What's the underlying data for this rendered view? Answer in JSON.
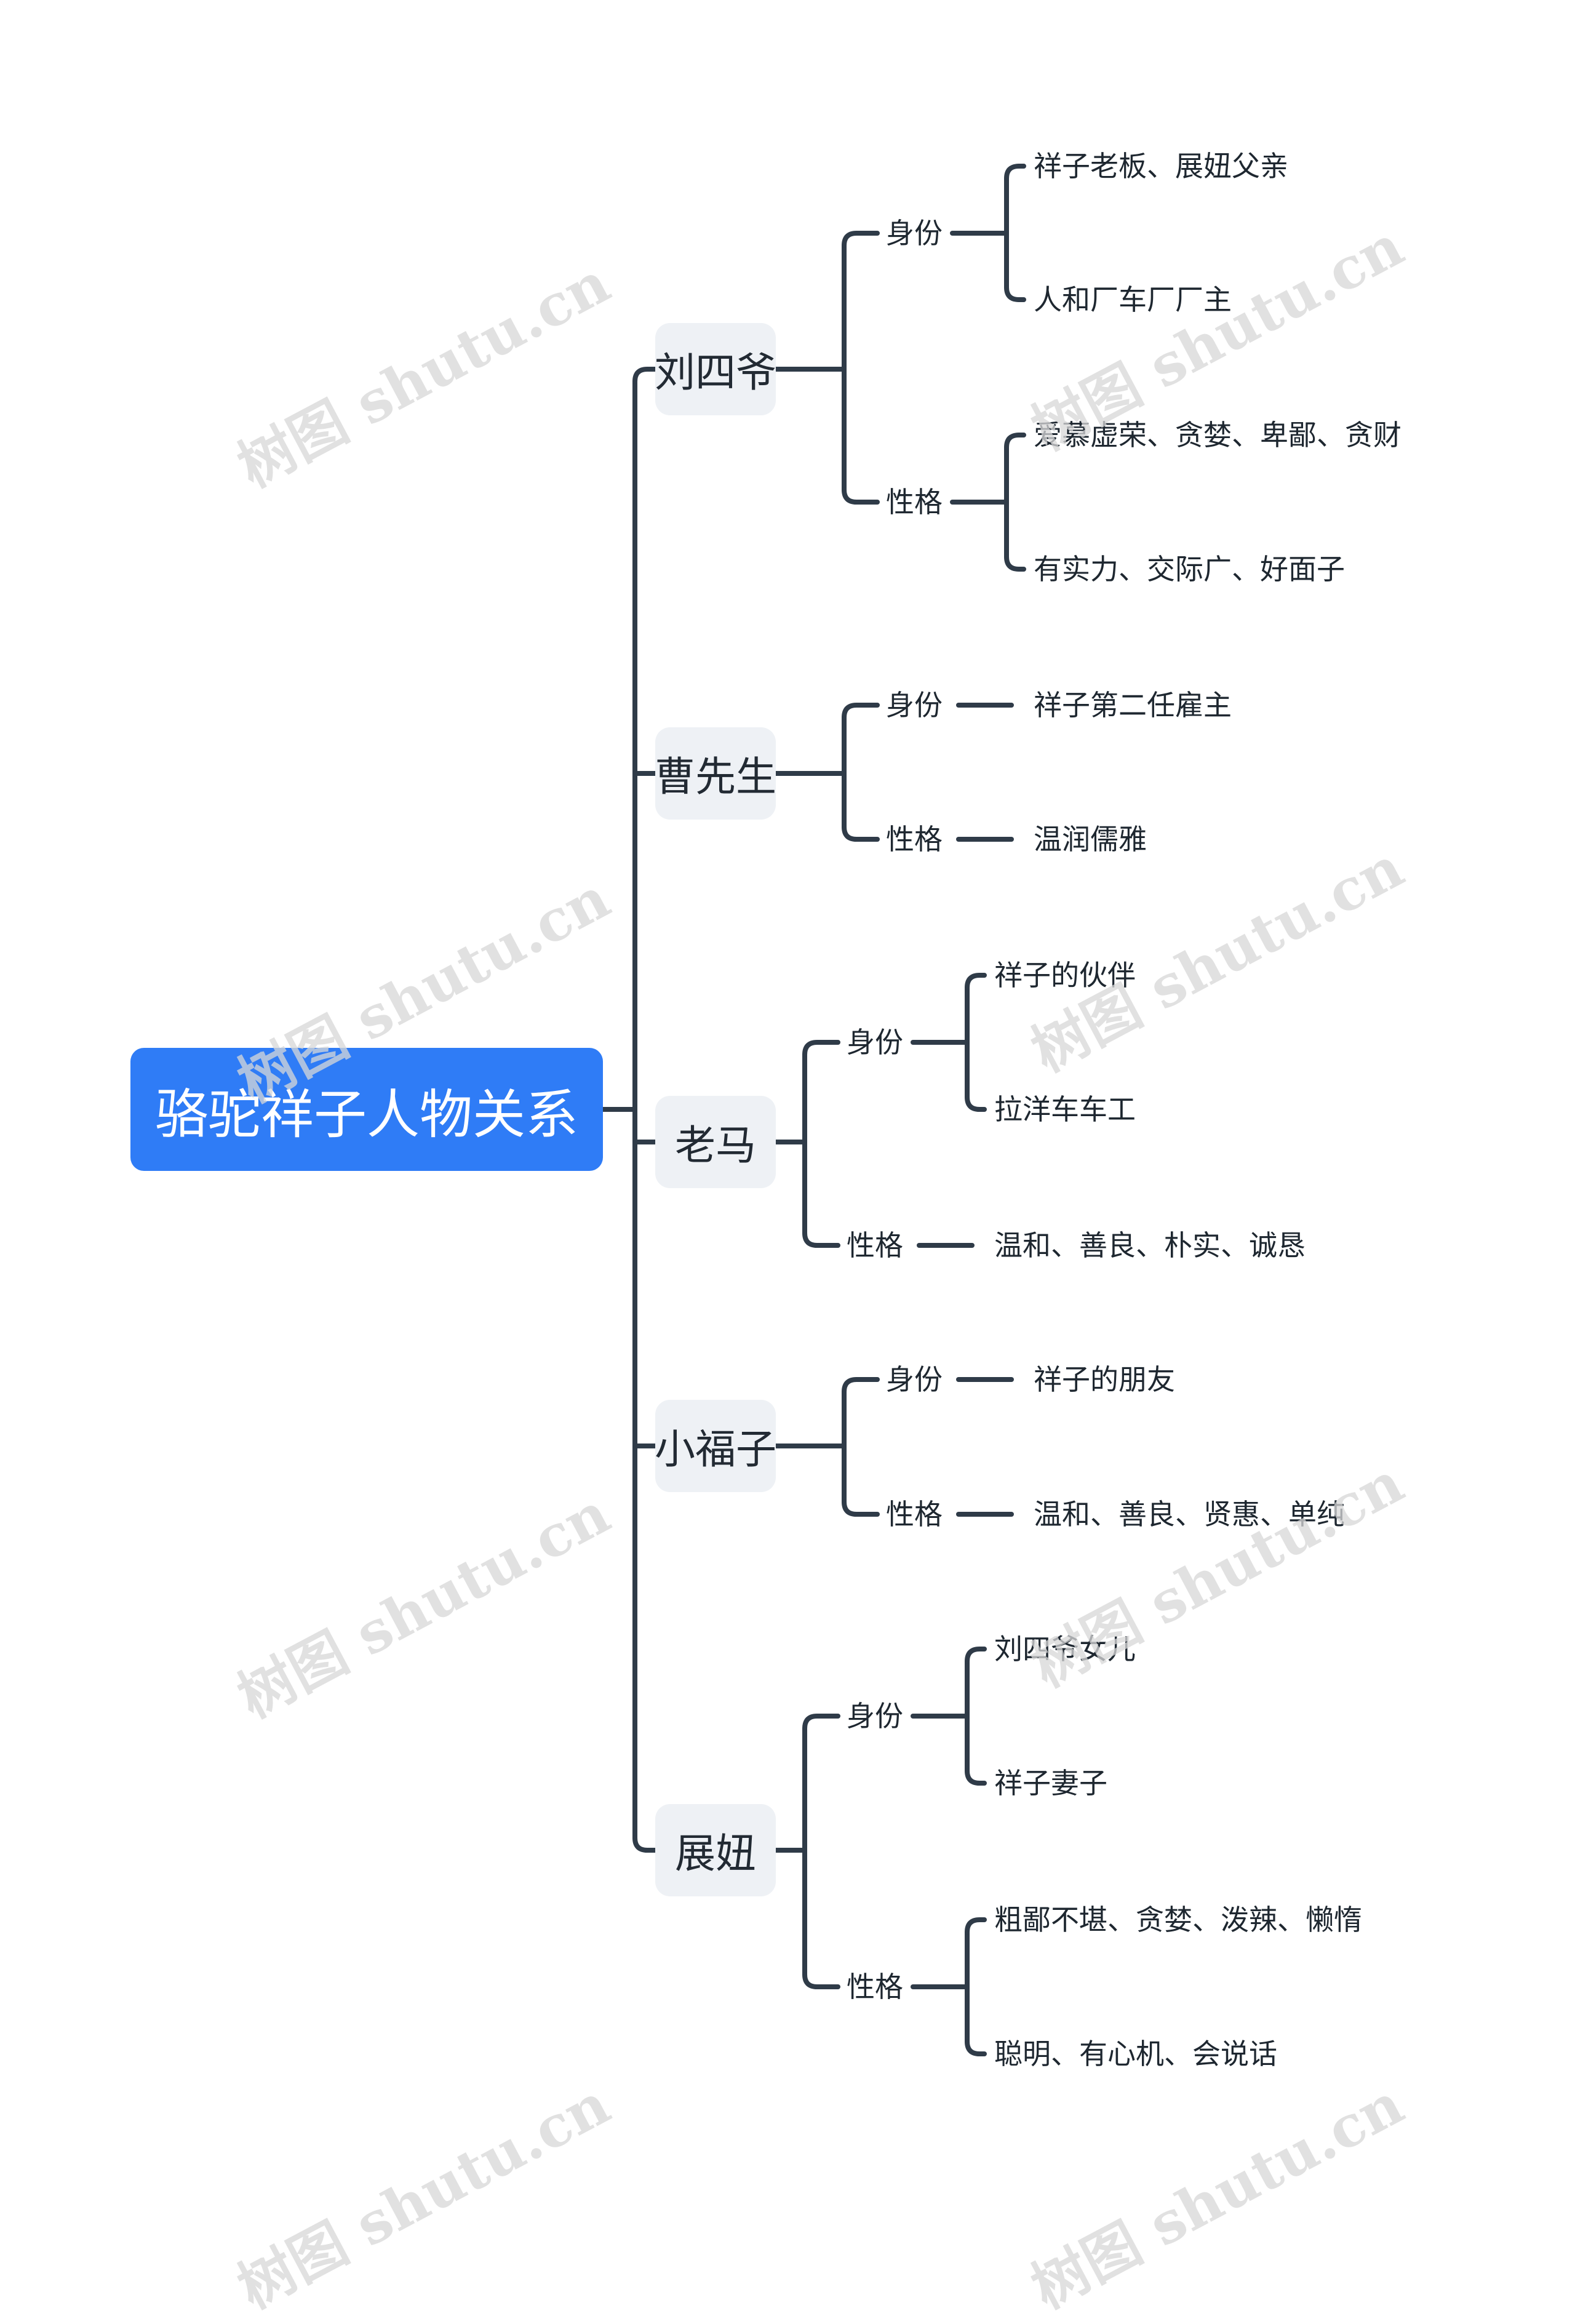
{
  "root": {
    "label": "骆驼祥子人物关系"
  },
  "persons": [
    {
      "label": "刘四爷",
      "attrs": [
        {
          "label": "身份",
          "details": [
            "祥子老板、展妞父亲",
            "人和厂车厂厂主"
          ]
        },
        {
          "label": "性格",
          "details": [
            "爱慕虚荣、贪婪、卑鄙、贪财",
            "有实力、交际广、好面子"
          ]
        }
      ]
    },
    {
      "label": "曹先生",
      "attrs": [
        {
          "label": "身份",
          "details": [
            "祥子第二任雇主"
          ]
        },
        {
          "label": "性格",
          "details": [
            "温润儒雅"
          ]
        }
      ]
    },
    {
      "label": "老马",
      "attrs": [
        {
          "label": "身份",
          "details": [
            "祥子的伙伴",
            "拉洋车车工"
          ]
        },
        {
          "label": "性格",
          "details": [
            "温和、善良、朴实、诚恳"
          ]
        }
      ]
    },
    {
      "label": "小福子",
      "attrs": [
        {
          "label": "身份",
          "details": [
            "祥子的朋友"
          ]
        },
        {
          "label": "性格",
          "details": [
            "温和、善良、贤惠、单纯"
          ]
        }
      ]
    },
    {
      "label": "展妞",
      "attrs": [
        {
          "label": "身份",
          "details": [
            "刘四爷女儿",
            "祥子妻子"
          ]
        },
        {
          "label": "性格",
          "details": [
            "粗鄙不堪、贪婪、泼辣、懒惰",
            "聪明、有心机、会说话"
          ]
        }
      ]
    }
  ],
  "watermark": {
    "text": "树图 shutu.cn"
  },
  "colors": {
    "root_bg": "#2f7cf6",
    "node_bg": "#eef1f5",
    "line": "#2f3b48",
    "watermark": "#d8d8d8"
  }
}
